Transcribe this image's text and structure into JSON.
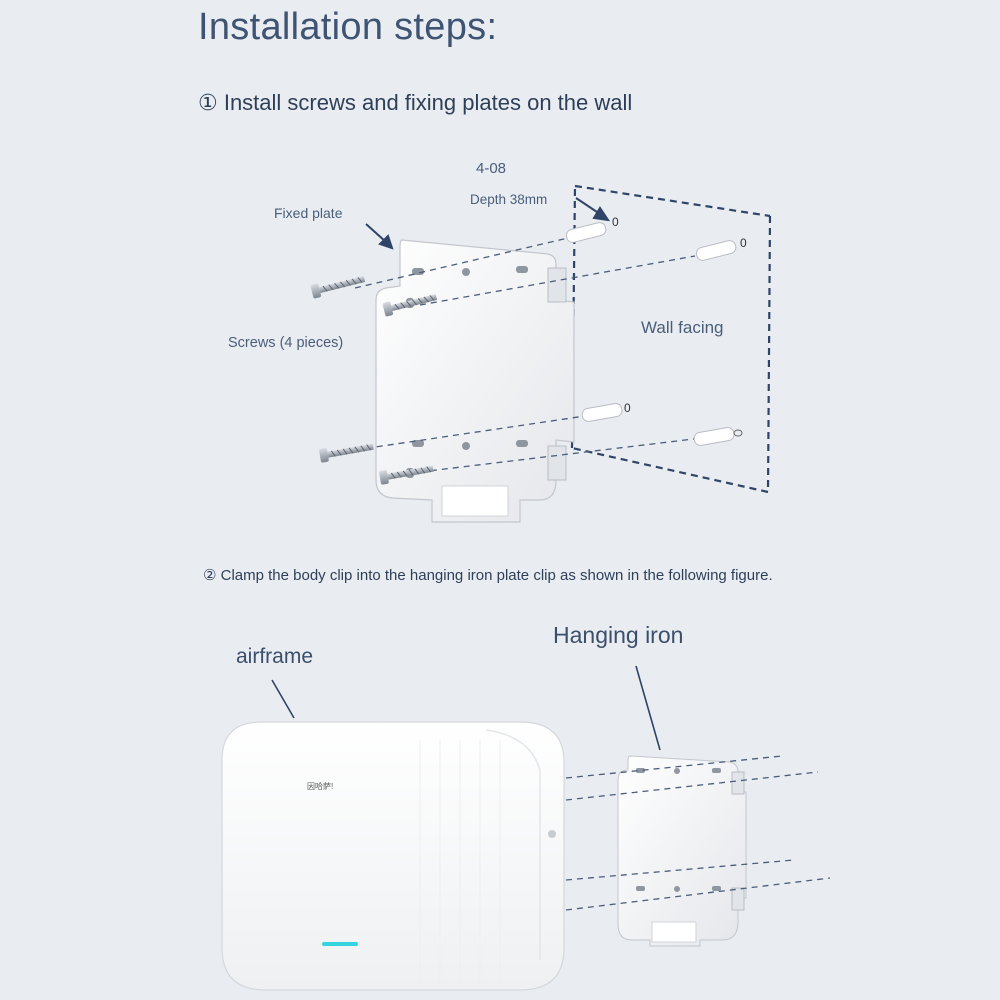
{
  "heading": {
    "title": "Installation steps:",
    "step1": "① Install screws and fixing plates on the wall",
    "step2": "② Clamp the body clip into the hanging iron plate clip as shown in the following figure."
  },
  "diagram1": {
    "code": "4-08",
    "depth_label": "Depth 38mm",
    "fixed_plate_label": "Fixed plate",
    "screws_label": "Screws (4 pieces)",
    "wall_label": "Wall facing",
    "anchor_marks": [
      "0",
      "0",
      "0"
    ]
  },
  "diagram2": {
    "airframe_label": "airframe",
    "hanging_label": "Hanging iron",
    "brand_text": "因哈萨!"
  },
  "colors": {
    "background": "#e9edf2",
    "label_text": "#3b4f6b",
    "dashed_line": "#2f4466",
    "plate": "#f3f3f3",
    "device_body": "#f8f8f8",
    "indicator_light": "#33d4e0"
  }
}
